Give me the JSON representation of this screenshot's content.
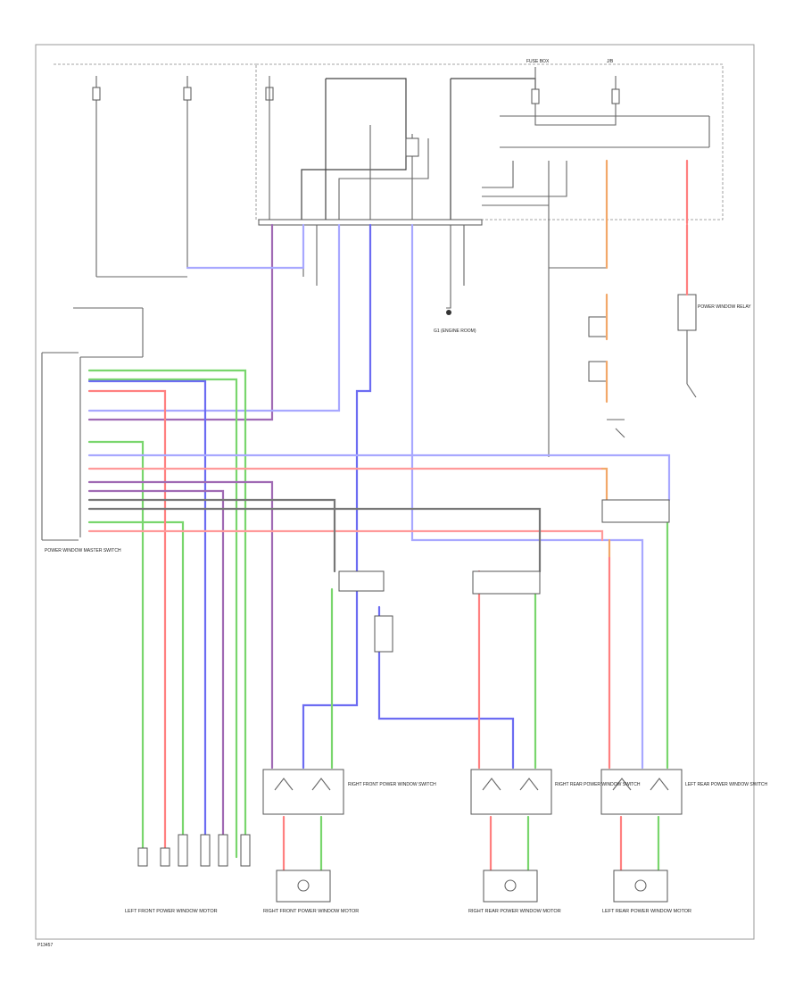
{
  "diagram": {
    "footer_code": "P13457",
    "labels": {
      "master_switch": "POWER WINDOW MASTER SWITCH",
      "front_right_switch": "RIGHT FRONT POWER WINDOW SWITCH",
      "rear_right_switch": "RIGHT REAR POWER WINDOW SWITCH",
      "rear_left_switch": "LEFT REAR POWER WINDOW SWITCH",
      "ds_motor": "LEFT FRONT POWER WINDOW MOTOR",
      "fr_motor": "RIGHT FRONT POWER WINDOW MOTOR",
      "rr_motor": "RIGHT REAR POWER WINDOW MOTOR",
      "rl_motor": "LEFT REAR POWER WINDOW MOTOR",
      "ground": "G1 (ENGINE ROOM)",
      "relay": "POWER WINDOW RELAY",
      "fuse_box": "FUSE BOX",
      "jb": "J/B"
    },
    "wire_colors": {
      "blue": "#6c6cf2",
      "violet": "#a06ab4",
      "green": "#79d66d",
      "red": "#ff8080",
      "orange": "#f2a86a",
      "light_blue": "#a8a8ff",
      "pink": "#ff9a9a",
      "gray": "#777777"
    }
  }
}
